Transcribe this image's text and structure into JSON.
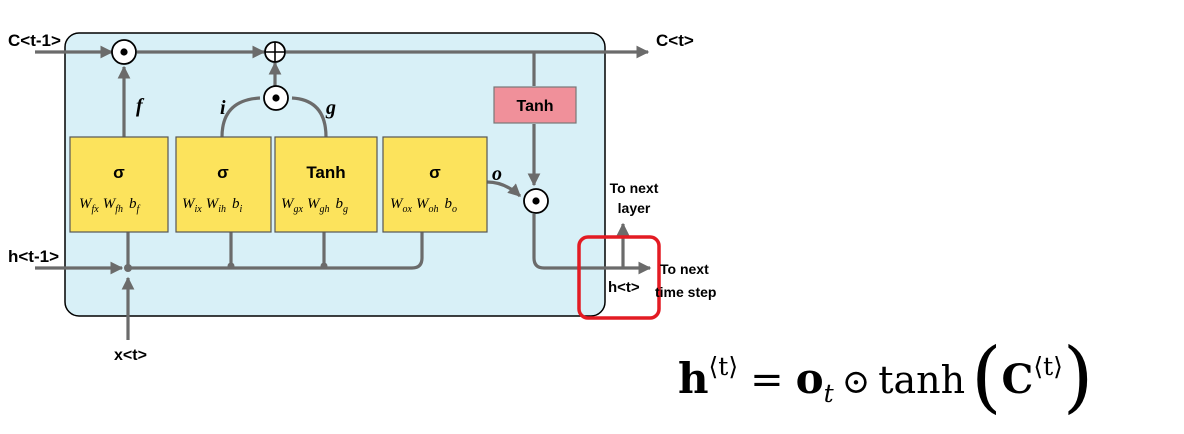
{
  "labels": {
    "c_prev": "C<t-1>",
    "c_next": "C<t>",
    "h_prev": "h<t-1>",
    "h_next": "h<t>",
    "x_in": "x<t>",
    "to_next_layer_1": "To next",
    "to_next_layer_2": "layer",
    "to_next_time_1": "To next",
    "to_next_time_2": "time step",
    "tanh_box": "Tanh"
  },
  "gate_vars": {
    "f": "f",
    "i": "i",
    "g": "g",
    "o": "o"
  },
  "gates": [
    {
      "id": "forget",
      "symbol": "σ",
      "w1": "W",
      "w1_sub": "fx",
      "w2": "W",
      "w2_sub": "fh",
      "b": "b",
      "b_sub": "f"
    },
    {
      "id": "input",
      "symbol": "σ",
      "w1": "W",
      "w1_sub": "ix",
      "w2": "W",
      "w2_sub": "ih",
      "b": "b",
      "b_sub": "i"
    },
    {
      "id": "candidate",
      "symbol": "Tanh",
      "w1": "W",
      "w1_sub": "gx",
      "w2": "W",
      "w2_sub": "gh",
      "b": "b",
      "b_sub": "g"
    },
    {
      "id": "output",
      "symbol": "σ",
      "w1": "W",
      "w1_sub": "ox",
      "w2": "W",
      "w2_sub": "oh",
      "b": "b",
      "b_sub": "o"
    }
  ],
  "equation": {
    "lhs": "h",
    "lhs_sup": "⟨t⟩",
    "equals": "=",
    "o": "o",
    "o_sub": "t",
    "odot": "⊙",
    "func": "tanh",
    "lparen": "(",
    "c": "C",
    "c_sup": "⟨t⟩",
    "rparen": ")"
  },
  "colors": {
    "cell_bg": "#d8f0f7",
    "gate_fill": "#fce35c",
    "tanh_fill": "#f0909a",
    "highlight": "#e31b23",
    "line": "#6b6b6b"
  }
}
